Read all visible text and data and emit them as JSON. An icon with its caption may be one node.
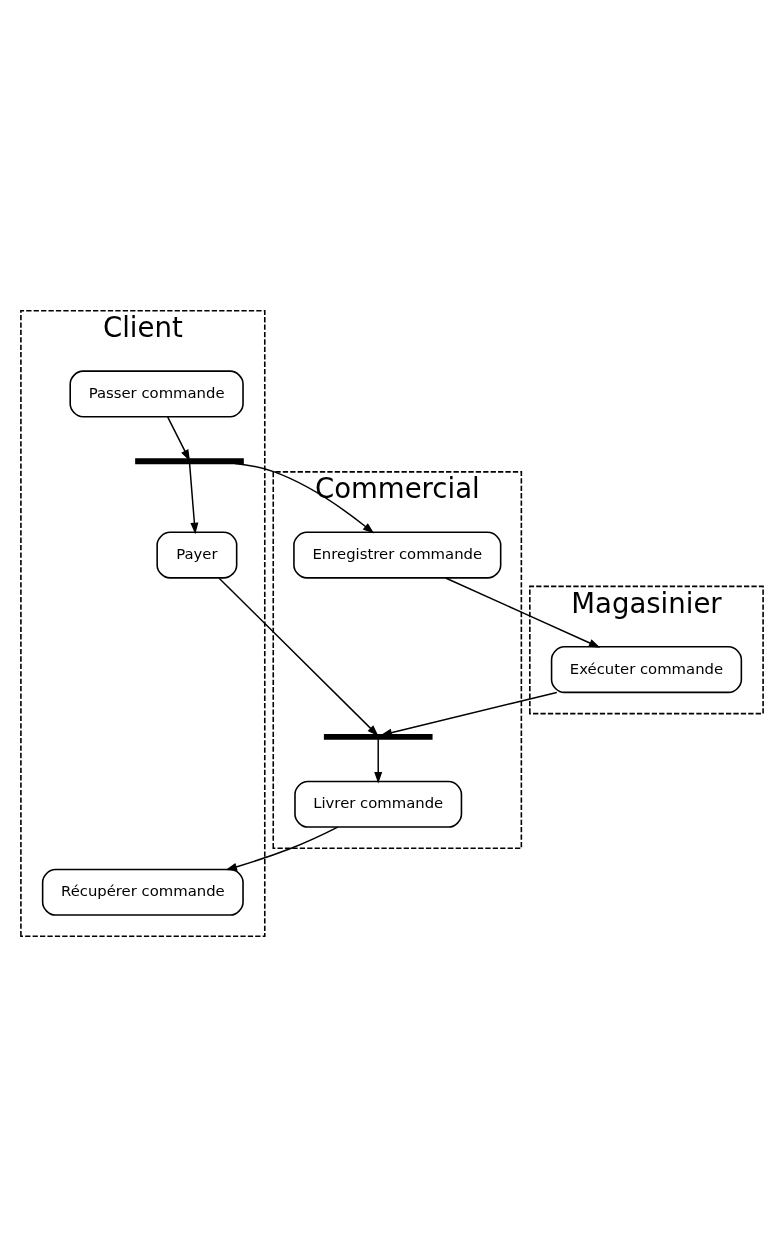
{
  "diagram": {
    "nodes": [
      {
        "text": [
          "Client"
        ]
      },
      {
        "text": [
          "Commercial"
        ]
      },
      {
        "text": [
          "Magasinier"
        ]
      },
      {
        "text": [
          "Passer commande"
        ],
        "in": 0
      },
      {
        "text": [],
        "shape": "bar",
        "in": 0
      },
      {
        "text": [
          "Enregistrer commande"
        ],
        "in": 1
      },
      {
        "text": [
          "Payer"
        ],
        "in": 0
      },
      {
        "text": [
          "Exécuter commande"
        ],
        "in": 2
      },
      {
        "text": [],
        "shape": "bar",
        "in": 1
      },
      {
        "text": [
          "Livrer commande"
        ],
        "in": 1
      },
      {
        "text": [
          "Récupérer commande"
        ],
        "in": 0
      }
    ],
    "edges": [
      {
        "from": 3,
        "to": 4,
        "arrow": "to"
      },
      {
        "from": 4,
        "to": 6,
        "arrow": "to"
      },
      {
        "from": 4,
        "to": 5,
        "arrow": "to"
      },
      {
        "from": 5,
        "to": 7,
        "arrow": "to"
      },
      {
        "from": 6,
        "to": 8,
        "arrow": "to"
      },
      {
        "from": 7,
        "to": 8,
        "arrow": "to"
      },
      {
        "from": 8,
        "to": 9,
        "arrow": "to"
      },
      {
        "from": 9,
        "to": 10,
        "arrow": "to"
      }
    ]
  }
}
